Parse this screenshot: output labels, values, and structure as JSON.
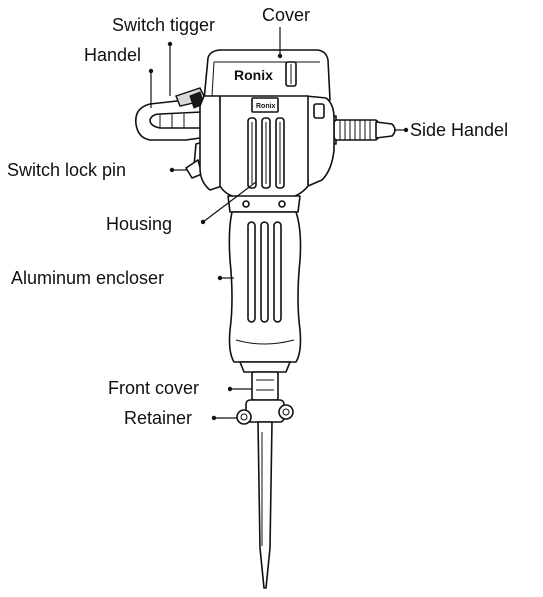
{
  "diagram": {
    "labels": {
      "cover": "Cover",
      "switch_trigger": "Switch tigger",
      "handle": "Handel",
      "side_handle": "Side Handel",
      "switch_lock_pin": "Switch lock pin",
      "housing": "Housing",
      "aluminum_enclosure": "Aluminum encloser",
      "front_cover": "Front cover",
      "retainer": "Retainer"
    },
    "brand": {
      "cover_logo": "Ronix",
      "plate_logo": "Ronix"
    },
    "colors": {
      "line": "#111111",
      "fill": "#ffffff",
      "shade": "#d9d9d9"
    }
  }
}
